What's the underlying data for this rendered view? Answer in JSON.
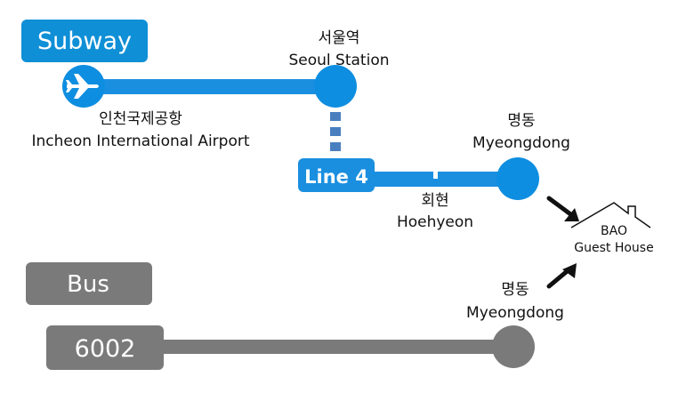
{
  "subway": {
    "title": "Subway",
    "airport": {
      "ko": "인천국제공항",
      "en": "Incheon International Airport"
    },
    "seoul_station": {
      "ko": "서울역",
      "en": "Seoul Station"
    },
    "line4_label": "Line 4",
    "hoehyeon": {
      "ko": "회현",
      "en": "Hoehyeon"
    },
    "myeongdong": {
      "ko": "명동",
      "en": "Myeongdong"
    }
  },
  "bus": {
    "title": "Bus",
    "route": "6002",
    "myeongdong": {
      "ko": "명동",
      "en": "Myeongdong"
    }
  },
  "destination": {
    "line1": "BAO",
    "line2": "Guest House"
  },
  "icons": {
    "airport": "airplane-icon",
    "house": "house-icon"
  },
  "colors": {
    "subway_blue": "#0f8fd6",
    "line_blue": "#1a8fe0",
    "station_blue": "#0e8ee0",
    "bus_gray": "#7a7a7a",
    "text": "#111111"
  }
}
